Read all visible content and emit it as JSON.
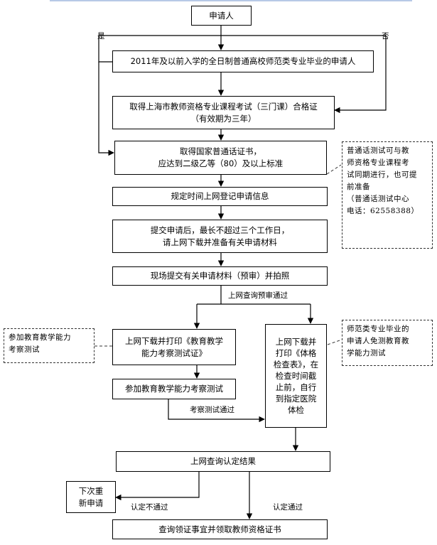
{
  "nodes": {
    "applicant": "申请人",
    "graduate": "2011年及以前入学的全日制普通高校师范类专业毕业的申请人",
    "exam_line1": "取得上海市教师资格专业课程考试（三门课）合格证",
    "exam_line2": "（有效期为三年）",
    "mandarin_line1": "取得国家普通话证书，",
    "mandarin_line2": "应达到二级乙等（80）及以上标准",
    "register": "规定时间上网登记申请信息",
    "submit_line1": "提交申请后，最长不超过三个工作日，",
    "submit_line2": "请上网下载并准备有关申请材料",
    "onsite": "现场提交有关申请材料（预审）并拍照",
    "print_ticket_line1": "上网下载并打印《教育教学",
    "print_ticket_line2": "能力考察测试证》",
    "ability_test": "参加教育教学能力考察测试",
    "health_line1": "上网下载并",
    "health_line2": "打印《体格",
    "health_line3": "检查表》，在",
    "health_line4": "检查时间截",
    "health_line5": "止前，自行",
    "health_line6": "到指定医院",
    "health_line7": "体检",
    "query_result": "上网查询认定结果",
    "reapply_line1": "下次重",
    "reapply_line2": "新申请",
    "final": "查询领证事宜并领取教师资格证书"
  },
  "labels": {
    "yes": "是",
    "no": "否",
    "pre_pass": "上网查询预审通过",
    "test_pass": "考察测试通过",
    "not_pass": "认定不通过",
    "pass": "认定通过"
  },
  "notes": {
    "mandarin_line1": "普通话测试可与教",
    "mandarin_line2": "师资格专业课程考",
    "mandarin_line3": "试同期进行，也可提",
    "mandarin_line4": "前准备",
    "mandarin_line5": "（普通话测试中心",
    "mandarin_line6": "电话：62558388）",
    "ability_line1": "参加教育教学能力",
    "ability_line2": "考察测试",
    "exempt_line1": "师范类专业毕业的",
    "exempt_line2": "申请人免测教育教",
    "exempt_line3": "学能力测试"
  }
}
